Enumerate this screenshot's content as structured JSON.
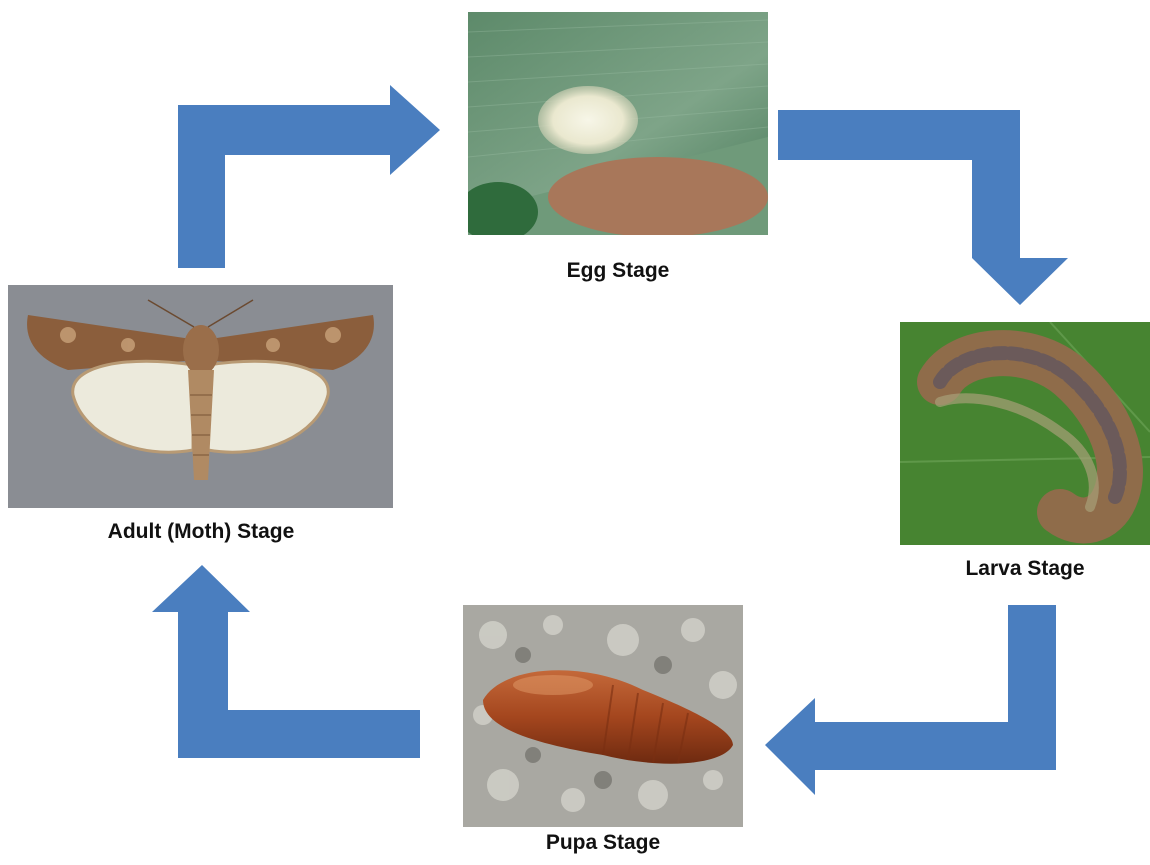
{
  "diagram": {
    "arrow_color": "#4a7ebf",
    "stages": {
      "egg": {
        "caption": "Egg Stage"
      },
      "larva": {
        "caption": "Larva Stage"
      },
      "pupa": {
        "caption": "Pupa Stage"
      },
      "adult": {
        "caption": "Adult (Moth) Stage"
      }
    },
    "cycle_order": [
      "egg",
      "larva",
      "pupa",
      "adult"
    ]
  }
}
